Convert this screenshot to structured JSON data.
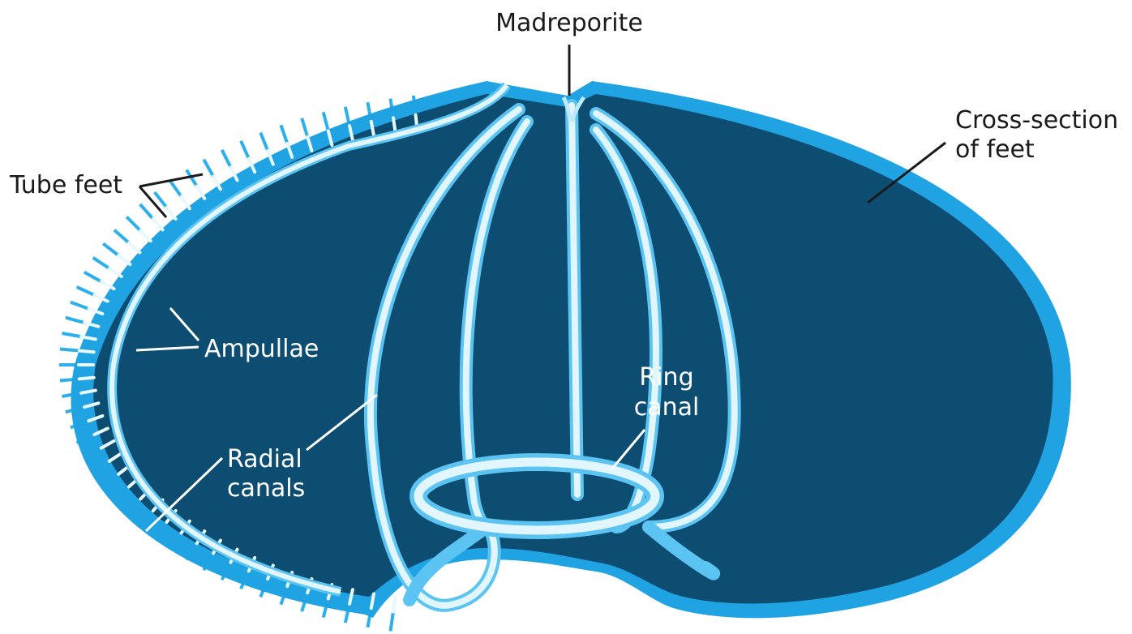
{
  "labels": {
    "madreporite": "Madreporite",
    "cross_section_line1": "Cross-section",
    "cross_section_line2": "of feet",
    "tube_feet": "Tube feet",
    "ampullae": "Ampullae",
    "radial_canals_line1": "Radial",
    "radial_canals_line2": "canals",
    "ring_canal_line1": "Ring",
    "ring_canal_line2": "canal"
  },
  "colors": {
    "body_interior": "#0d4d72",
    "outer_wall": "#1fa3e3",
    "canal_fill": "#cfeefc",
    "canal_edge": "#5cc4f2",
    "tube_foot": "#2bb0ec",
    "ampulla": "#e8f8ff",
    "leader_line_dark": "#1a1a1a",
    "leader_line_light": "#ffffff"
  }
}
